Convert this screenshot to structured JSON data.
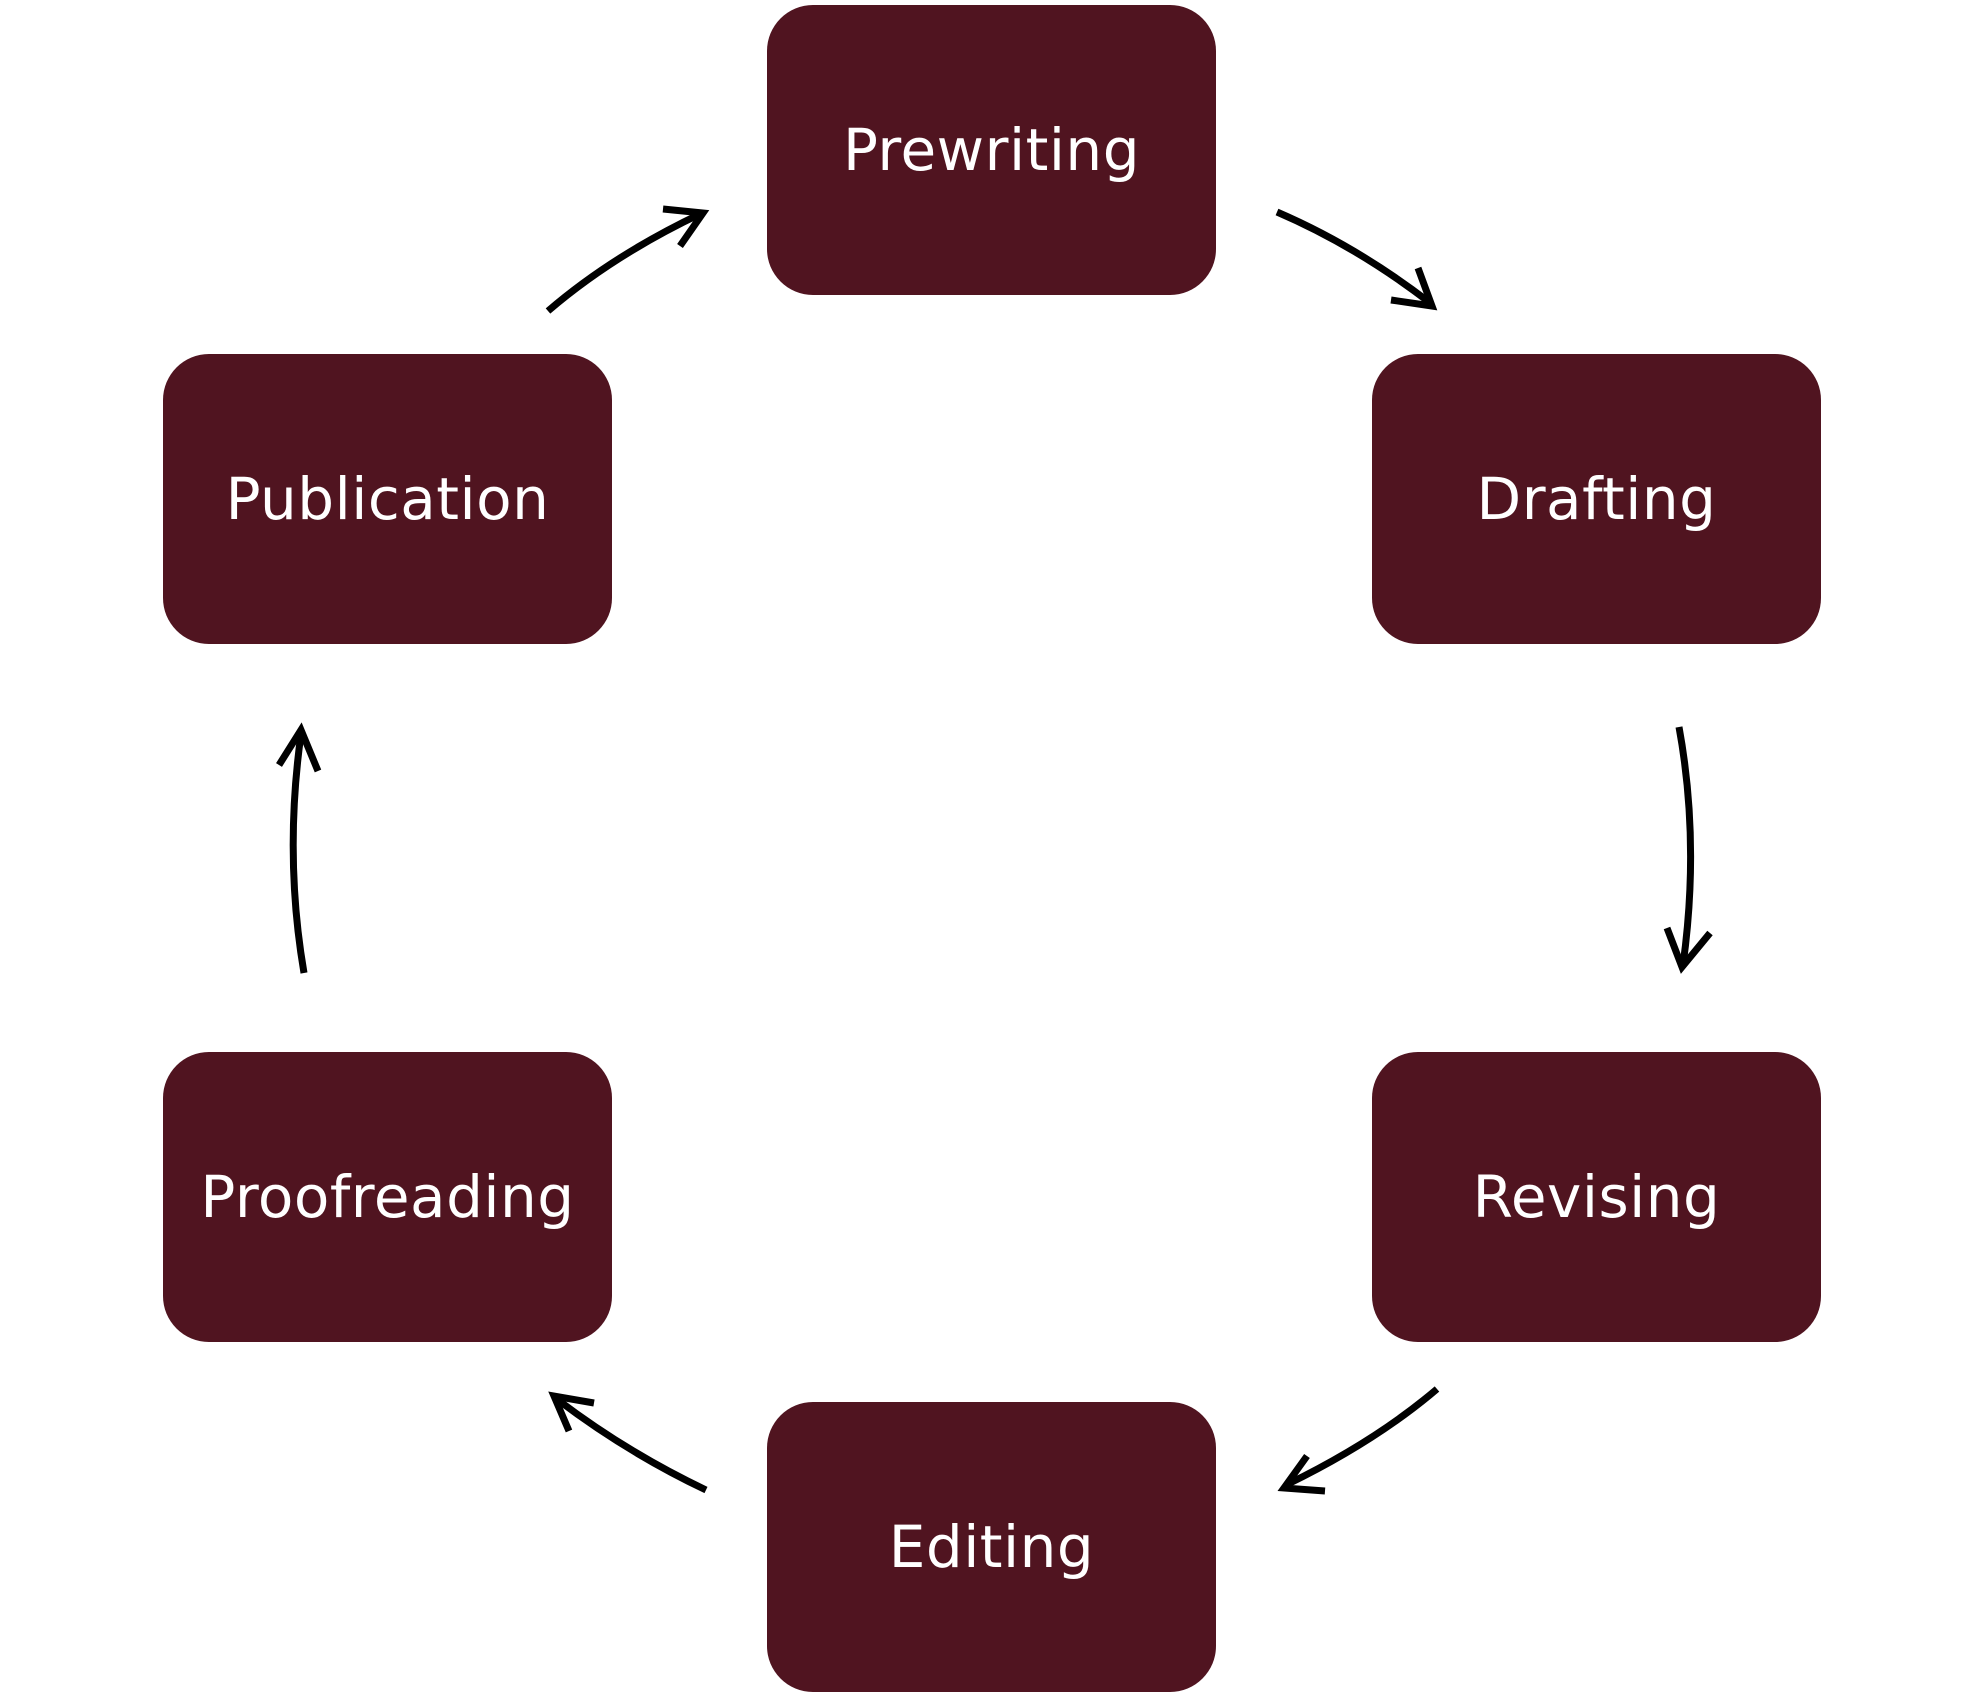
{
  "diagram": {
    "box_color": "#501420",
    "text_color": "#ffffff",
    "arrow_color": "#000000",
    "steps": [
      {
        "id": "prewriting",
        "label": "Prewriting"
      },
      {
        "id": "drafting",
        "label": "Drafting"
      },
      {
        "id": "revising",
        "label": "Revising"
      },
      {
        "id": "editing",
        "label": "Editing"
      },
      {
        "id": "proofreading",
        "label": "Proofreading"
      },
      {
        "id": "publication",
        "label": "Publication"
      }
    ],
    "connections": [
      {
        "from": "prewriting",
        "to": "drafting"
      },
      {
        "from": "drafting",
        "to": "revising"
      },
      {
        "from": "revising",
        "to": "editing"
      },
      {
        "from": "editing",
        "to": "proofreading"
      },
      {
        "from": "proofreading",
        "to": "publication"
      },
      {
        "from": "publication",
        "to": "prewriting"
      }
    ]
  }
}
